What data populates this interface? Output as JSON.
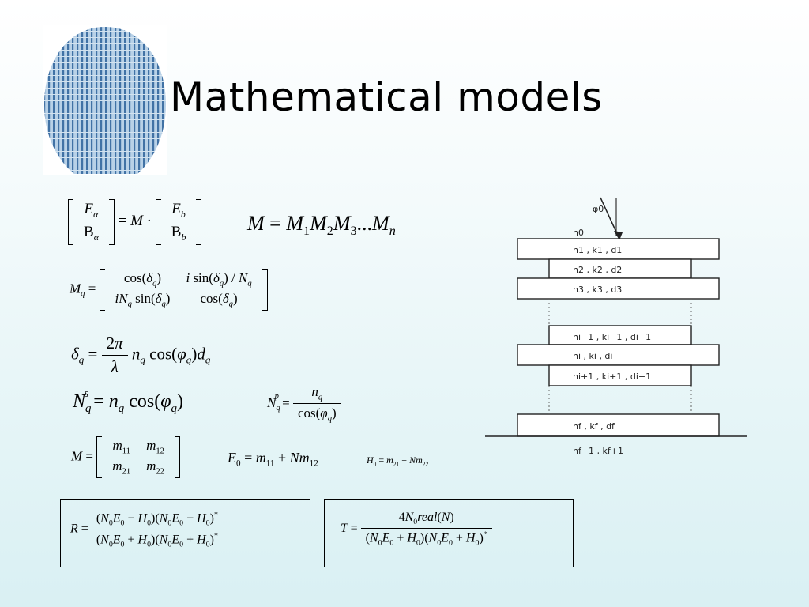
{
  "slide": {
    "title": "Mathematical models"
  },
  "equations": {
    "eq_field_transfer": "[Eα; Bα] = M · [Eb; Bb]",
    "eq_total_matrix": "M = M1 M2 M3 ... Mn",
    "eq_layer_matrix": "Mq = [cos(δq), i sin(δq)/Nq; iNq sin(δq), cos(δq)]",
    "eq_phase": "δq = (2π/λ) nq cos(φq) dq",
    "eq_ns": "Nq^s = nq cos(φq)",
    "eq_np": "Nq^p = nq / cos(φq)",
    "eq_m_elements": "M = [m11, m12; m21, m22]",
    "eq_e0": "E0 = m11 + N m12",
    "eq_h0": "H0 = m21 + N m22",
    "eq_reflectance": "R = (N0E0 − H0)(N0E0 − H0)* / (N0E0 + H0)(N0E0 + H0)*",
    "eq_transmittance": "T = 4 N0 real(N) / (N0E0 + H0)(N0E0 + H0)*"
  },
  "diagram": {
    "angle_label": "φ0",
    "labels": [
      "n0",
      "n1 , k1 , d1",
      "n2 , k2 , d2",
      "n3 , k3 , d3",
      "ni−1 , ki−1 , di−1",
      "ni , ki , di",
      "ni+1 , ki+1 , di+1",
      "nf , kf , df",
      "nf+1 , kf+1"
    ]
  }
}
